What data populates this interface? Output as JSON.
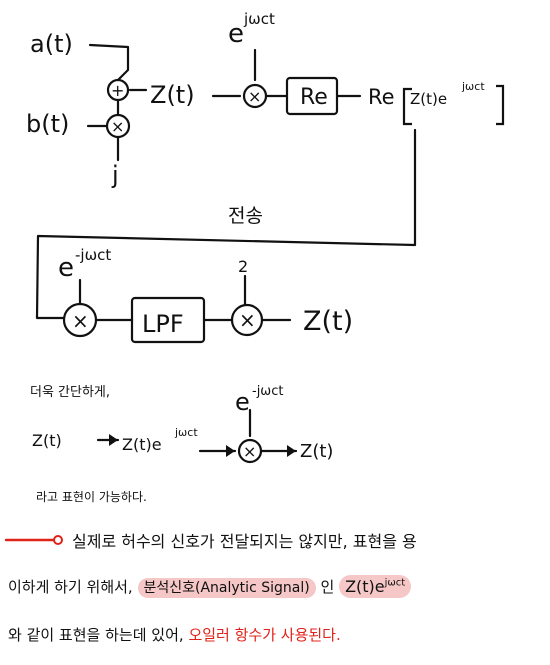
{
  "diagram": {
    "a_input": "a(t)",
    "b_input": "b(t)",
    "j_label": "j",
    "adder_symbol": "+",
    "mult_symbol": "×",
    "z_label": "Z(t)",
    "carrier_up_base": "e",
    "carrier_up_exp": "jωct",
    "re_block": "Re",
    "re_output": "Re",
    "re_output_arg": "Z(t)e",
    "re_output_exp": "jωct",
    "transmit_label": "전송",
    "carrier_down_base": "e",
    "carrier_down_exp": "-jωct",
    "lpf_block": "LPF",
    "gain_label": "2",
    "z_output": "Z(t)"
  },
  "simplified": {
    "intro": "더욱 간단하게,",
    "carrier_base": "e",
    "carrier_exp": "-jωct",
    "in_label": "Z(t)",
    "mid_label": "Z(t)e",
    "mid_exp": "jωct",
    "out_label": "Z(t)",
    "outro": "라고 표현이 가능하다."
  },
  "note": {
    "line1": "실제로 허수의 신호가 전달되지는 않지만, 표현을 용",
    "line2_a": "이하게 하기 위해서,",
    "line2_term": "분석신호(Analytic Signal)",
    "line2_b": "인",
    "line2_expr": "Z(t)e",
    "line2_exp": "jωct",
    "line3_a": "와 같이 표현을 하는데 있어,",
    "line3_b": "오일러 항수가 사용된다."
  },
  "colors": {
    "ink": "#111111",
    "accent": "#e0231a",
    "highlight": "#f6c7c7"
  }
}
